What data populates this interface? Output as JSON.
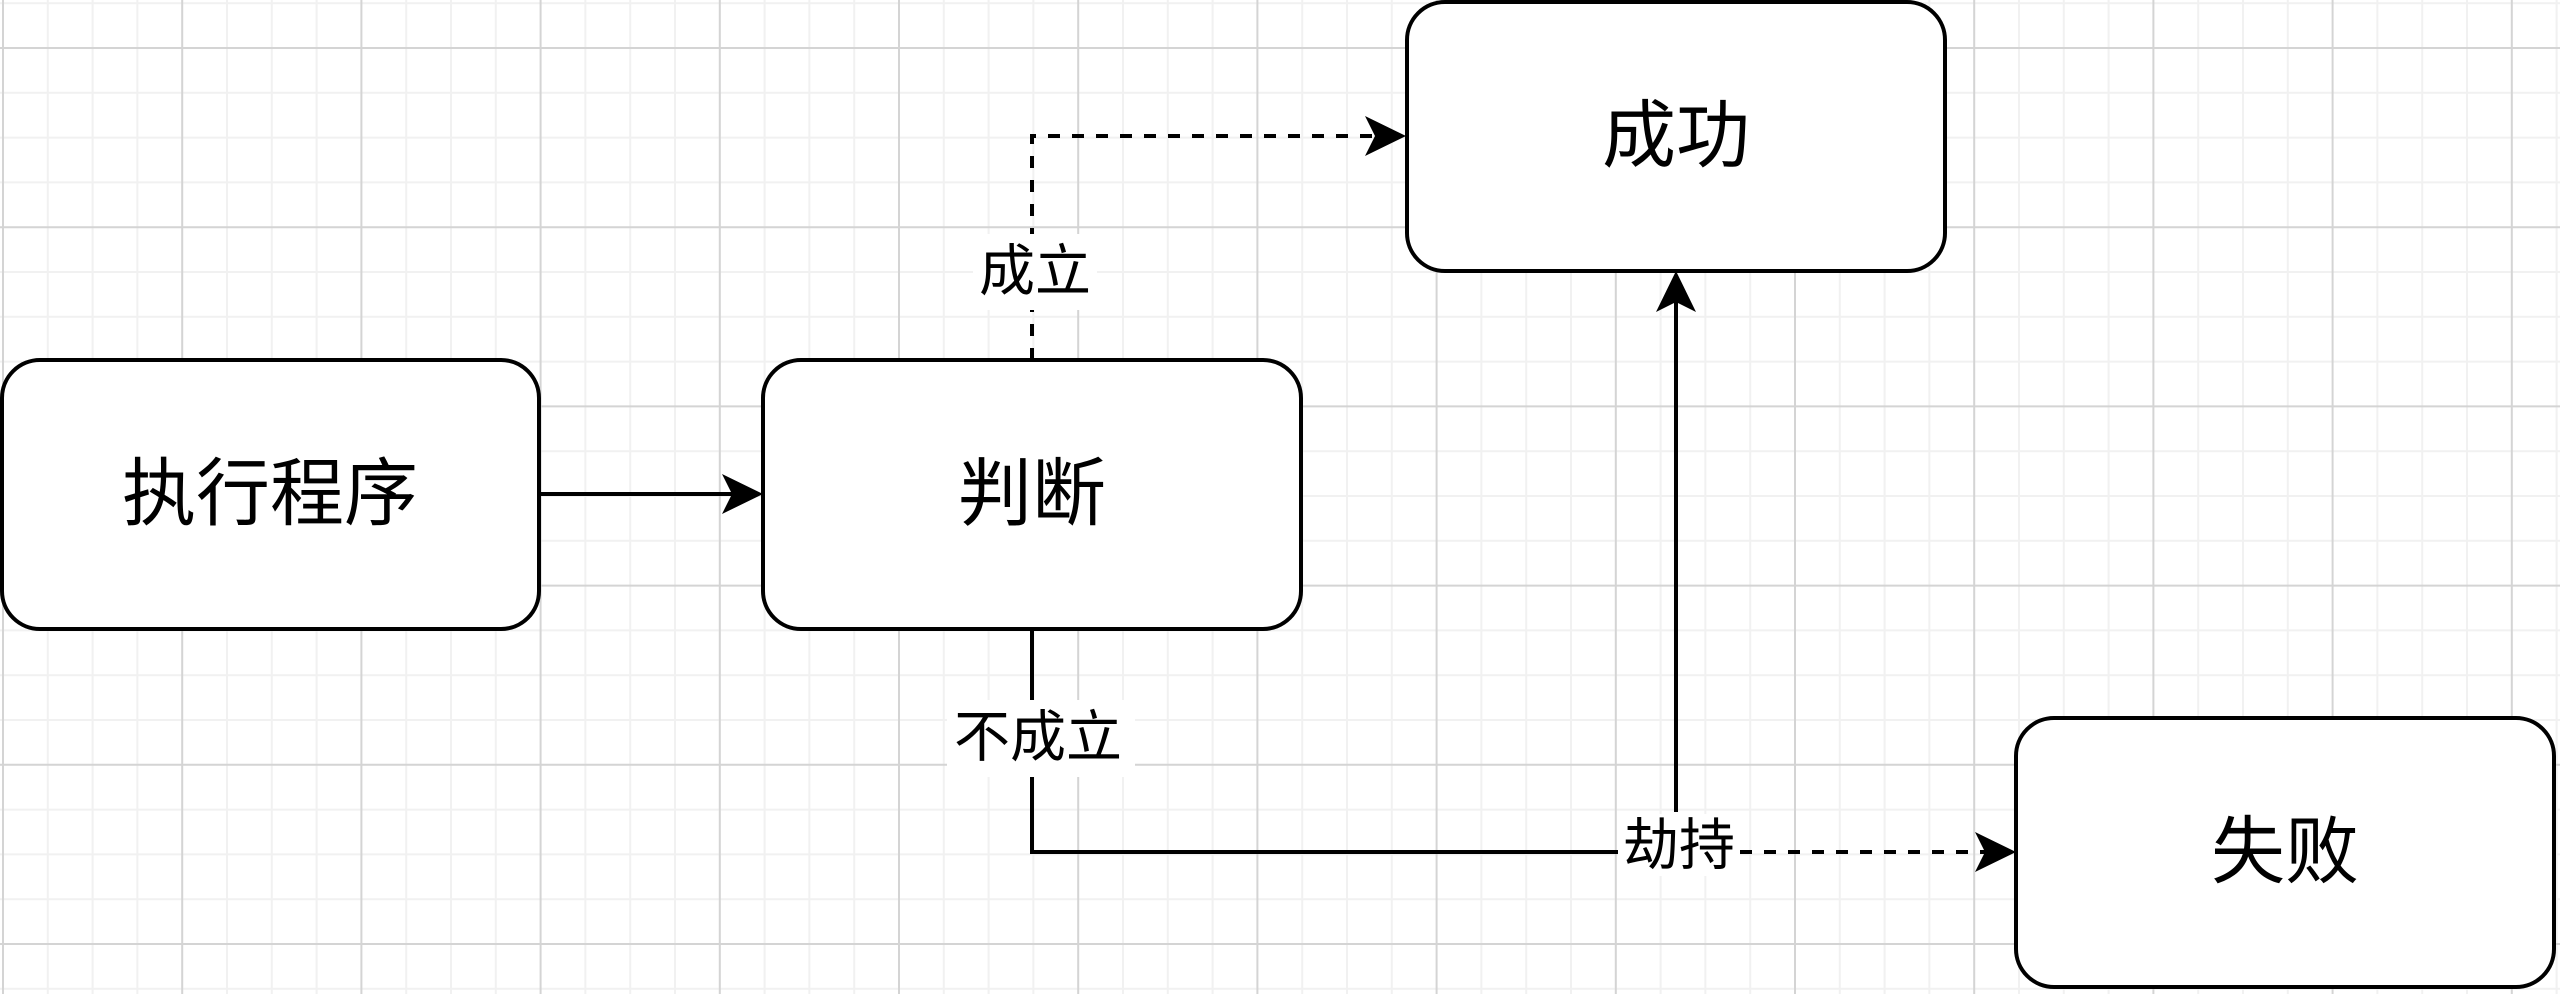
{
  "canvas": {
    "background": "#ffffff",
    "grid": {
      "major_color": "#d4d4d4",
      "minor_color": "#f1f1f1",
      "minor_per_major": 4
    }
  },
  "nodes": [
    {
      "id": "execute",
      "label": "执行程序"
    },
    {
      "id": "judge",
      "label": "判断"
    },
    {
      "id": "success",
      "label": "成功"
    },
    {
      "id": "failure",
      "label": "失败"
    }
  ],
  "edges": [
    {
      "id": "execute-to-judge",
      "from": "execute",
      "to": "judge",
      "style": "solid",
      "label": ""
    },
    {
      "id": "judge-to-success",
      "from": "judge",
      "to": "success",
      "style": "dashed",
      "label": "成立"
    },
    {
      "id": "judge-to-failure",
      "from": "judge",
      "to": "failure",
      "style": "solid-then-dashed",
      "label": "不成立"
    },
    {
      "id": "hijack-to-success",
      "from": "failure-path",
      "to": "success",
      "style": "solid",
      "label": "劫持"
    }
  ]
}
